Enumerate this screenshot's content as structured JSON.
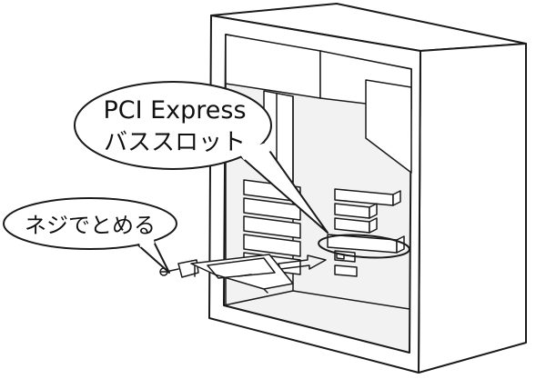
{
  "callouts": {
    "slot_label_line1": "PCI Express",
    "slot_label_line2": "バススロット",
    "screw_label": "ネジでとめる"
  },
  "colors": {
    "line": "#1a1a1a",
    "panel": "#ffffff",
    "shade": "#f2f2f2",
    "arrow_fill": "#e8e8e8"
  },
  "icons": [
    "screw-icon",
    "insert-arrow-icon"
  ]
}
